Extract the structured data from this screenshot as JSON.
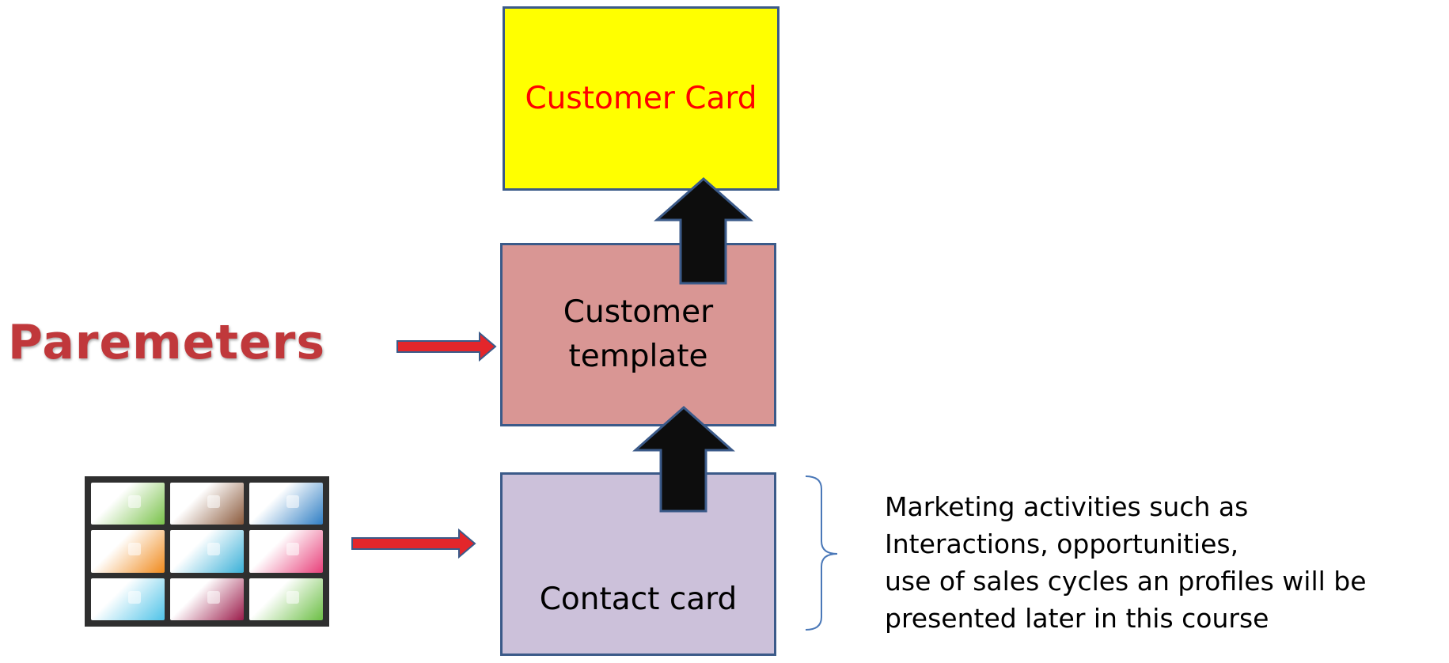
{
  "diagram": {
    "boxes": {
      "customer_card": "Customer Card",
      "customer_template": "Customer\ntemplate",
      "contact_card": "Contact card"
    },
    "side_label": "Paremeters",
    "note_lines": [
      "Marketing activities such as",
      "Interactions, opportunities,",
      "use of sales cycles an profiles will be",
      "presented later in this course"
    ],
    "colors": {
      "customer_card_fill": "#ffff00",
      "customer_card_text": "#ff0000",
      "customer_template_fill": "#d99694",
      "contact_card_fill": "#ccc1da",
      "box_border": "#3b5a89",
      "up_arrow_fill": "#0d0d0d",
      "side_arrow_fill": "#e3262b",
      "parameters_text": "#c0383b"
    },
    "thumbnail": {
      "name": "business-cards-image",
      "card_colors": [
        "#79c24a",
        "#8b5a3c",
        "#2f7ec4",
        "#f08a1d",
        "#3ab0d8",
        "#e8407a",
        "#4fc3e8",
        "#9b1b4a",
        "#6cbf45"
      ]
    }
  }
}
